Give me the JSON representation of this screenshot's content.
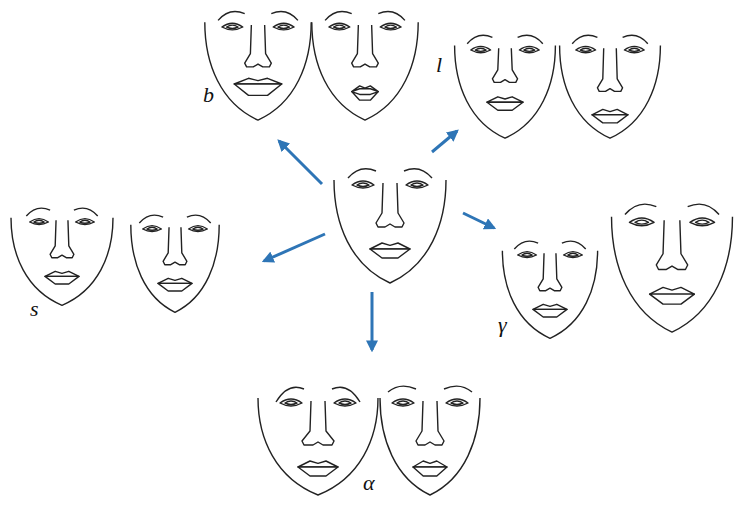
{
  "diagram": {
    "labels": [
      "b",
      "l",
      "s",
      "γ",
      "α"
    ]
  }
}
